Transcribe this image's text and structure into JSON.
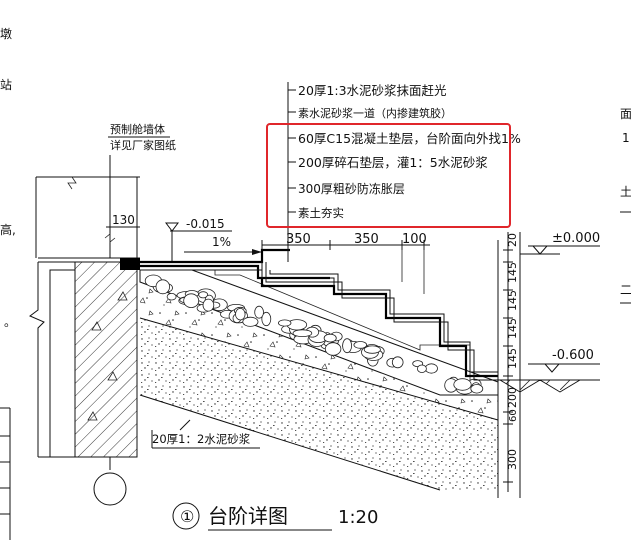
{
  "left_fragments": [
    "墩",
    "站",
    "高,",
    "。"
  ],
  "right_fragments": [
    "面",
    "1",
    "土",
    "二"
  ],
  "wall_note": {
    "line1": "预制舱墙体",
    "line2": "详见厂家图纸"
  },
  "layers": [
    "20厚1:3水泥砂浆抹面赶光",
    "素水泥砂浆一道（内掺建筑胶）",
    "60厚C15混凝土垫层，台阶面向外找1%",
    "200厚碎石垫层，灌1：5水泥砂浆",
    "300厚粗砂防冻胀层",
    "素土夯实"
  ],
  "plaster_note": "20厚1：2水泥砂浆",
  "dims": {
    "wall_gap": "130",
    "step1": "350",
    "step2": "350",
    "step3": "100",
    "v_top": "20",
    "v_rise1": "145",
    "v_rise2": "145",
    "v_rise3": "145",
    "v_rise4": "145",
    "v_gravel": "200",
    "v_conc": "60",
    "v_sand": "300"
  },
  "elev": {
    "level_top": "±0.000",
    "level_floor": "-0.015",
    "level_ground": "-0.600",
    "slope": "1%"
  },
  "title": {
    "number": "①",
    "text": "台阶详图",
    "scale": "1:20"
  },
  "colors": {
    "line": "#111111",
    "highlight": "#e0262b"
  }
}
